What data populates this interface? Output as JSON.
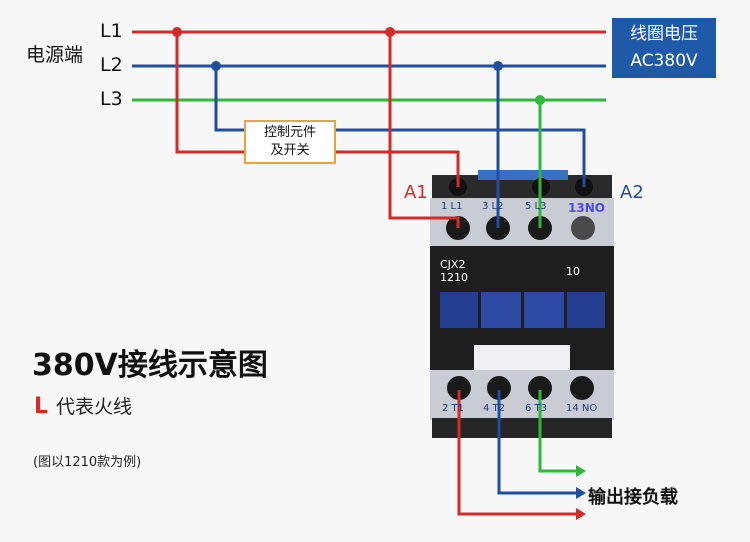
{
  "source": {
    "label": "电源端",
    "lines": [
      {
        "name": "L1",
        "color": "#d42a2a"
      },
      {
        "name": "L2",
        "color": "#1f4fa0"
      },
      {
        "name": "L3",
        "color": "#2db83a"
      }
    ]
  },
  "coil_voltage": {
    "line1": "线圈电压",
    "line2": "AC380V"
  },
  "control_element": {
    "line1": "控制元件",
    "line2": "及开关"
  },
  "terminals": {
    "A1": "A1",
    "A2": "A2",
    "top_labels": [
      "1 L1",
      "3 L2",
      "5 L3",
      "13NO"
    ],
    "bottom_labels": [
      "2 T1",
      "4 T2",
      "6 T3",
      "14 NO"
    ]
  },
  "contactor": {
    "model_line1": "CJX2",
    "model_line2": "1210",
    "aux": "10"
  },
  "title": "380V接线示意图",
  "legend": {
    "symbol": "L",
    "text": "代表火线"
  },
  "note": "(图以1210款为例)",
  "output_label": "输出接负载",
  "colors": {
    "red": "#d42a2a",
    "blue": "#1f4fa0",
    "green": "#2db83a",
    "coil_box": "#1f5aa8",
    "ctrl_border": "#e8a53a"
  }
}
